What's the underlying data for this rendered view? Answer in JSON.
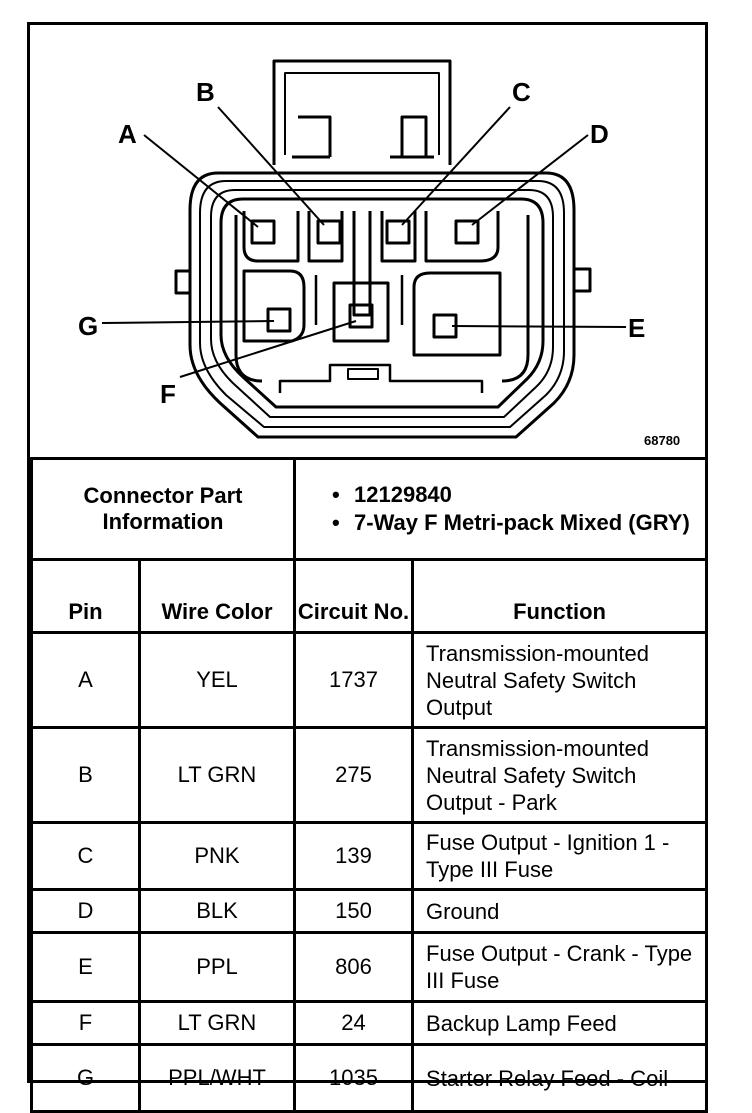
{
  "diagram": {
    "figure_number": "68780",
    "pin_labels": {
      "A": "A",
      "B": "B",
      "C": "C",
      "D": "D",
      "E": "E",
      "F": "F",
      "G": "G"
    }
  },
  "connector_info": {
    "label": "Connector Part Information",
    "part_number": "12129840",
    "description": "7-Way F Metri-pack Mixed (GRY)"
  },
  "table": {
    "headers": {
      "pin": "Pin",
      "wire_color": "Wire Color",
      "circuit_no": "Circuit No.",
      "function": "Function"
    },
    "rows": [
      {
        "pin": "A",
        "wire_color": "YEL",
        "circuit_no": "1737",
        "function": "Transmission-mounted Neutral Safety Switch Output"
      },
      {
        "pin": "B",
        "wire_color": "LT GRN",
        "circuit_no": "275",
        "function": "Transmission-mounted Neutral Safety Switch Output - Park"
      },
      {
        "pin": "C",
        "wire_color": "PNK",
        "circuit_no": "139",
        "function": "Fuse Output - Ignition 1 - Type III Fuse"
      },
      {
        "pin": "D",
        "wire_color": "BLK",
        "circuit_no": "150",
        "function": "Ground"
      },
      {
        "pin": "E",
        "wire_color": "PPL",
        "circuit_no": "806",
        "function": "Fuse Output - Crank - Type III Fuse"
      },
      {
        "pin": "F",
        "wire_color": "LT GRN",
        "circuit_no": "24",
        "function": "Backup Lamp Feed"
      },
      {
        "pin": "G",
        "wire_color": "PPL/WHT",
        "circuit_no": "1035",
        "function": "Starter Relay Feed - Coil"
      }
    ]
  }
}
